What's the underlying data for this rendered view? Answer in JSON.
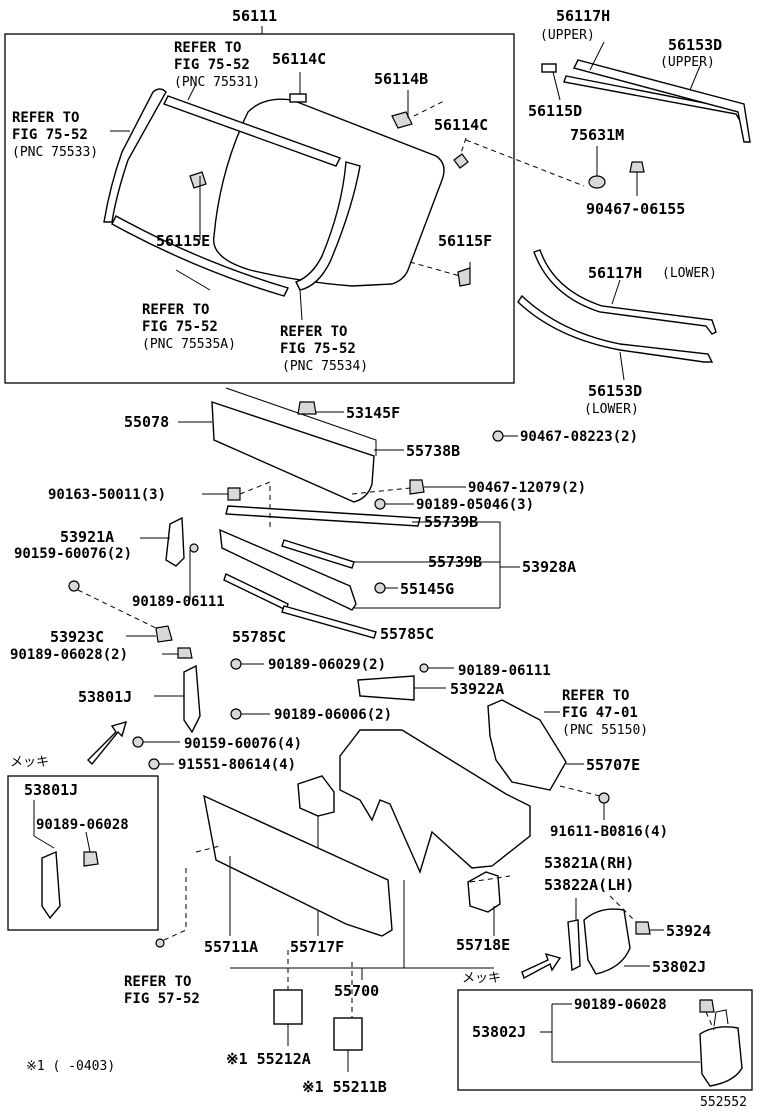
{
  "labels": {
    "p56111": "56111",
    "p56117H_up": "56117H",
    "upper1": "(UPPER)",
    "p56153D_up": "56153D",
    "upper2": "(UPPER)",
    "refer_to_1": "REFER TO",
    "fig_75_52_1": "FIG 75-52",
    "pnc_75531": "(PNC 75531)",
    "p56114C_a": "56114C",
    "p56114B": "56114B",
    "refer_to_2": "REFER TO",
    "fig_75_52_2": "FIG 75-52",
    "pnc_75533": "(PNC 75533)",
    "p56114C_b": "56114C",
    "p56115D": "56115D",
    "p75631M": "75631M",
    "p90467_06155": "90467-06155",
    "p56115E": "56115E",
    "p56115F": "56115F",
    "p56117H_low": "56117H",
    "lower1": "(LOWER)",
    "refer_to_3": "REFER TO",
    "fig_75_52_3": "FIG 75-52",
    "pnc_75535A": "(PNC 75535A)",
    "refer_to_4": "REFER TO",
    "fig_75_52_4": "FIG 75-52",
    "pnc_75534": "(PNC 75534)",
    "p56153D_low": "56153D",
    "lower2": "(LOWER)",
    "p55078": "55078",
    "p53145F": "53145F",
    "p55738B": "55738B",
    "p90467_08223": "90467-08223(2)",
    "p90163_50011": "90163-50011(3)",
    "p90467_12079": "90467-12079(2)",
    "p90189_05046": "90189-05046(3)",
    "p55739B_a": "55739B",
    "p53921A": "53921A",
    "p90159_60076_2": "90159-60076(2)",
    "p55739B_b": "55739B",
    "p53928A": "53928A",
    "p55145G": "55145G",
    "p90189_06111_a": "90189-06111",
    "p53923C": "53923C",
    "p55785C_a": "55785C",
    "p55785C_b": "55785C",
    "p90189_06028_2": "90189-06028(2)",
    "p90189_06029": "90189-06029(2)",
    "p90189_06111_b": "90189-06111",
    "p53801J": "53801J",
    "p53922A": "53922A",
    "refer_to_5": "REFER TO",
    "fig_47_01": "FIG 47-01",
    "pnc_55150": "(PNC 55150)",
    "p90189_06006": "90189-06006(2)",
    "p90159_60076_4": "90159-60076(4)",
    "mekki1": "メッキ",
    "p91551_80614": "91551-80614(4)",
    "p55707E": "55707E",
    "box1_53801J": "53801J",
    "box1_90189_06028": "90189-06028",
    "p91611_B0816": "91611-B0816(4)",
    "p53821A": "53821A(RH)",
    "p53822A": "53822A(LH)",
    "p53924": "53924",
    "p55711A": "55711A",
    "p55717F": "55717F",
    "p55718E": "55718E",
    "p53802J": "53802J",
    "refer_to_6": "REFER TO",
    "fig_57_52": "FIG 57-52",
    "p55700": "55700",
    "mekki2": "メッキ",
    "box2_90189_06028": "90189-06028",
    "box2_53802J": "53802J",
    "p55212A": "※1 55212A",
    "footnote": "※1 (   -0403)",
    "p55211B": "※1 55211B",
    "figure_no": "552552"
  }
}
